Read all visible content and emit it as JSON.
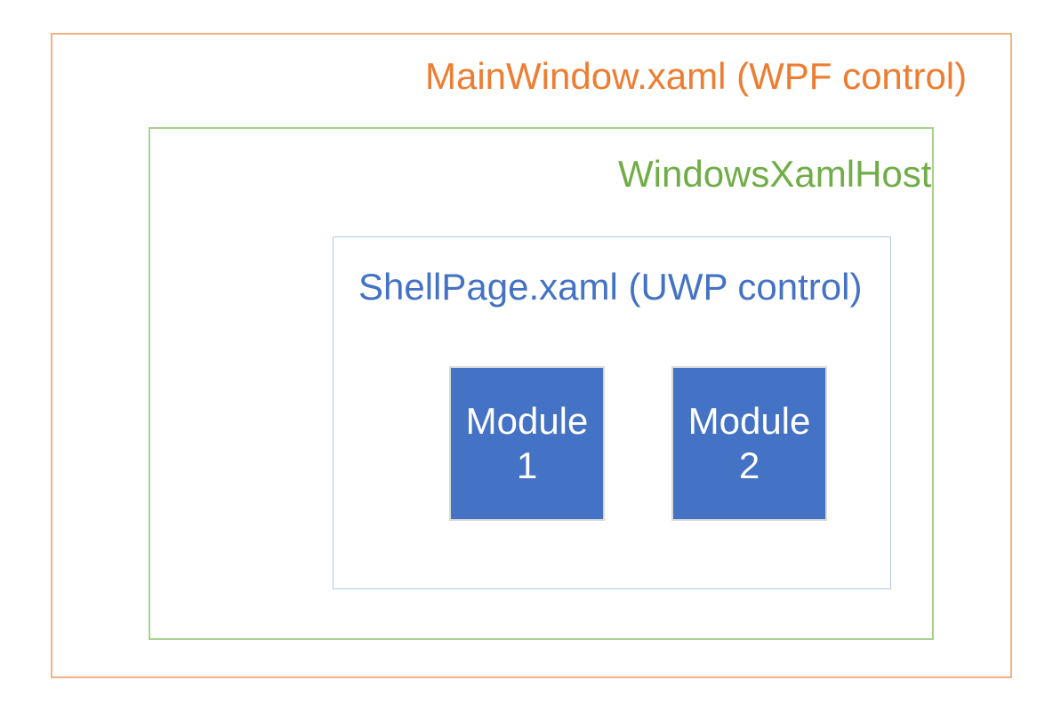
{
  "diagram": {
    "title": "MainWindow.xaml (WPF control)",
    "mainwindow": {
      "label": "MainWindow.xaml (WPF control)",
      "text_color": "#ED7D31",
      "border_color": "#F4B183"
    },
    "host": {
      "label": "WindowsXamlHost",
      "text_color": "#70AD47",
      "border_color": "#A9D18E"
    },
    "shell": {
      "label": "ShellPage.xaml (UWP control)",
      "text_color": "#4472C4",
      "border_color": "#B4C7E7"
    },
    "modules": [
      {
        "line1": "Module",
        "line2": "1",
        "fill_color": "#4472C4",
        "text_color": "#FFFFFF",
        "border_color": "#D9D9D9"
      },
      {
        "line1": "Module",
        "line2": "2",
        "fill_color": "#4472C4",
        "text_color": "#FFFFFF",
        "border_color": "#D9D9D9"
      }
    ],
    "background_color": "#FFFFFF"
  }
}
